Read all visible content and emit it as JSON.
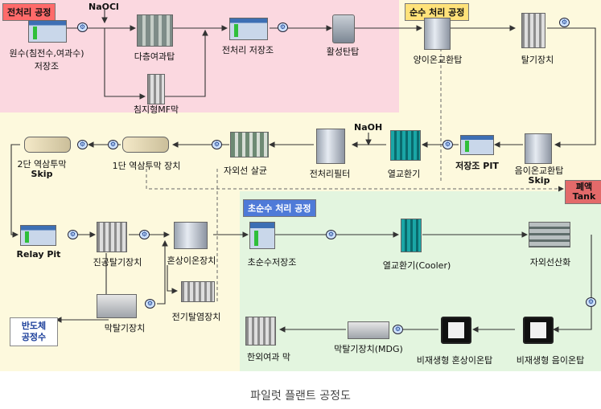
{
  "sections": {
    "pretreatment": "전처리 공정",
    "pure_water": "순수 처리 공정",
    "ultrapure": "초순수 처리 공정",
    "waste": "폐액\nTank"
  },
  "chemicals": {
    "naocl": "NaOCl",
    "naoh": "NaOH"
  },
  "equipment": {
    "raw_tank": "원수(침전수,여과수)\n저장조",
    "multimedia_filter": "다층여과탑",
    "pre_storage": "전처리 저장조",
    "activated_carbon": "활성탄탑",
    "immersed_mf": "침지형MF막",
    "cation_exchanger": "양이온교환탑",
    "degasser": "탈기장치",
    "anion_exchanger": "음이온교환탑",
    "skip1": "Skip",
    "storage_pit": "저장조 PIT",
    "heat_exchanger": "열교환기",
    "pre_filter": "전처리필터",
    "uv_sterilizer": "자외선 살균",
    "ro1": "1단 역삼투막 장치",
    "ro2": "2단 역삼투막",
    "skip2": "Skip",
    "relay_pit": "Relay Pit",
    "vacuum_degasser": "진공탈기장치",
    "mixed_bed": "혼상이온장치",
    "edi": "전기탈염장치",
    "membrane_degasser": "막탈기장치",
    "up_storage": "초순수저장조",
    "cooler": "열교환기(Cooler)",
    "uv_oxidation": "자외선산화",
    "nonregen_anion": "비재생형 음이온탑",
    "nonregen_mixed": "비재생형 혼상이온탑",
    "mdg": "막탈기장치(MDG)",
    "ultrafiltration": "한외여과 막"
  },
  "output": "반도체\n공정수",
  "caption": "파일럿 플랜트 공정도",
  "colors": {
    "pretreatment_zone": "#fbd8e0",
    "pure_zone": "#fdf9dd",
    "ultrapure_zone": "#e3f5df",
    "flow_line": "#333333"
  }
}
